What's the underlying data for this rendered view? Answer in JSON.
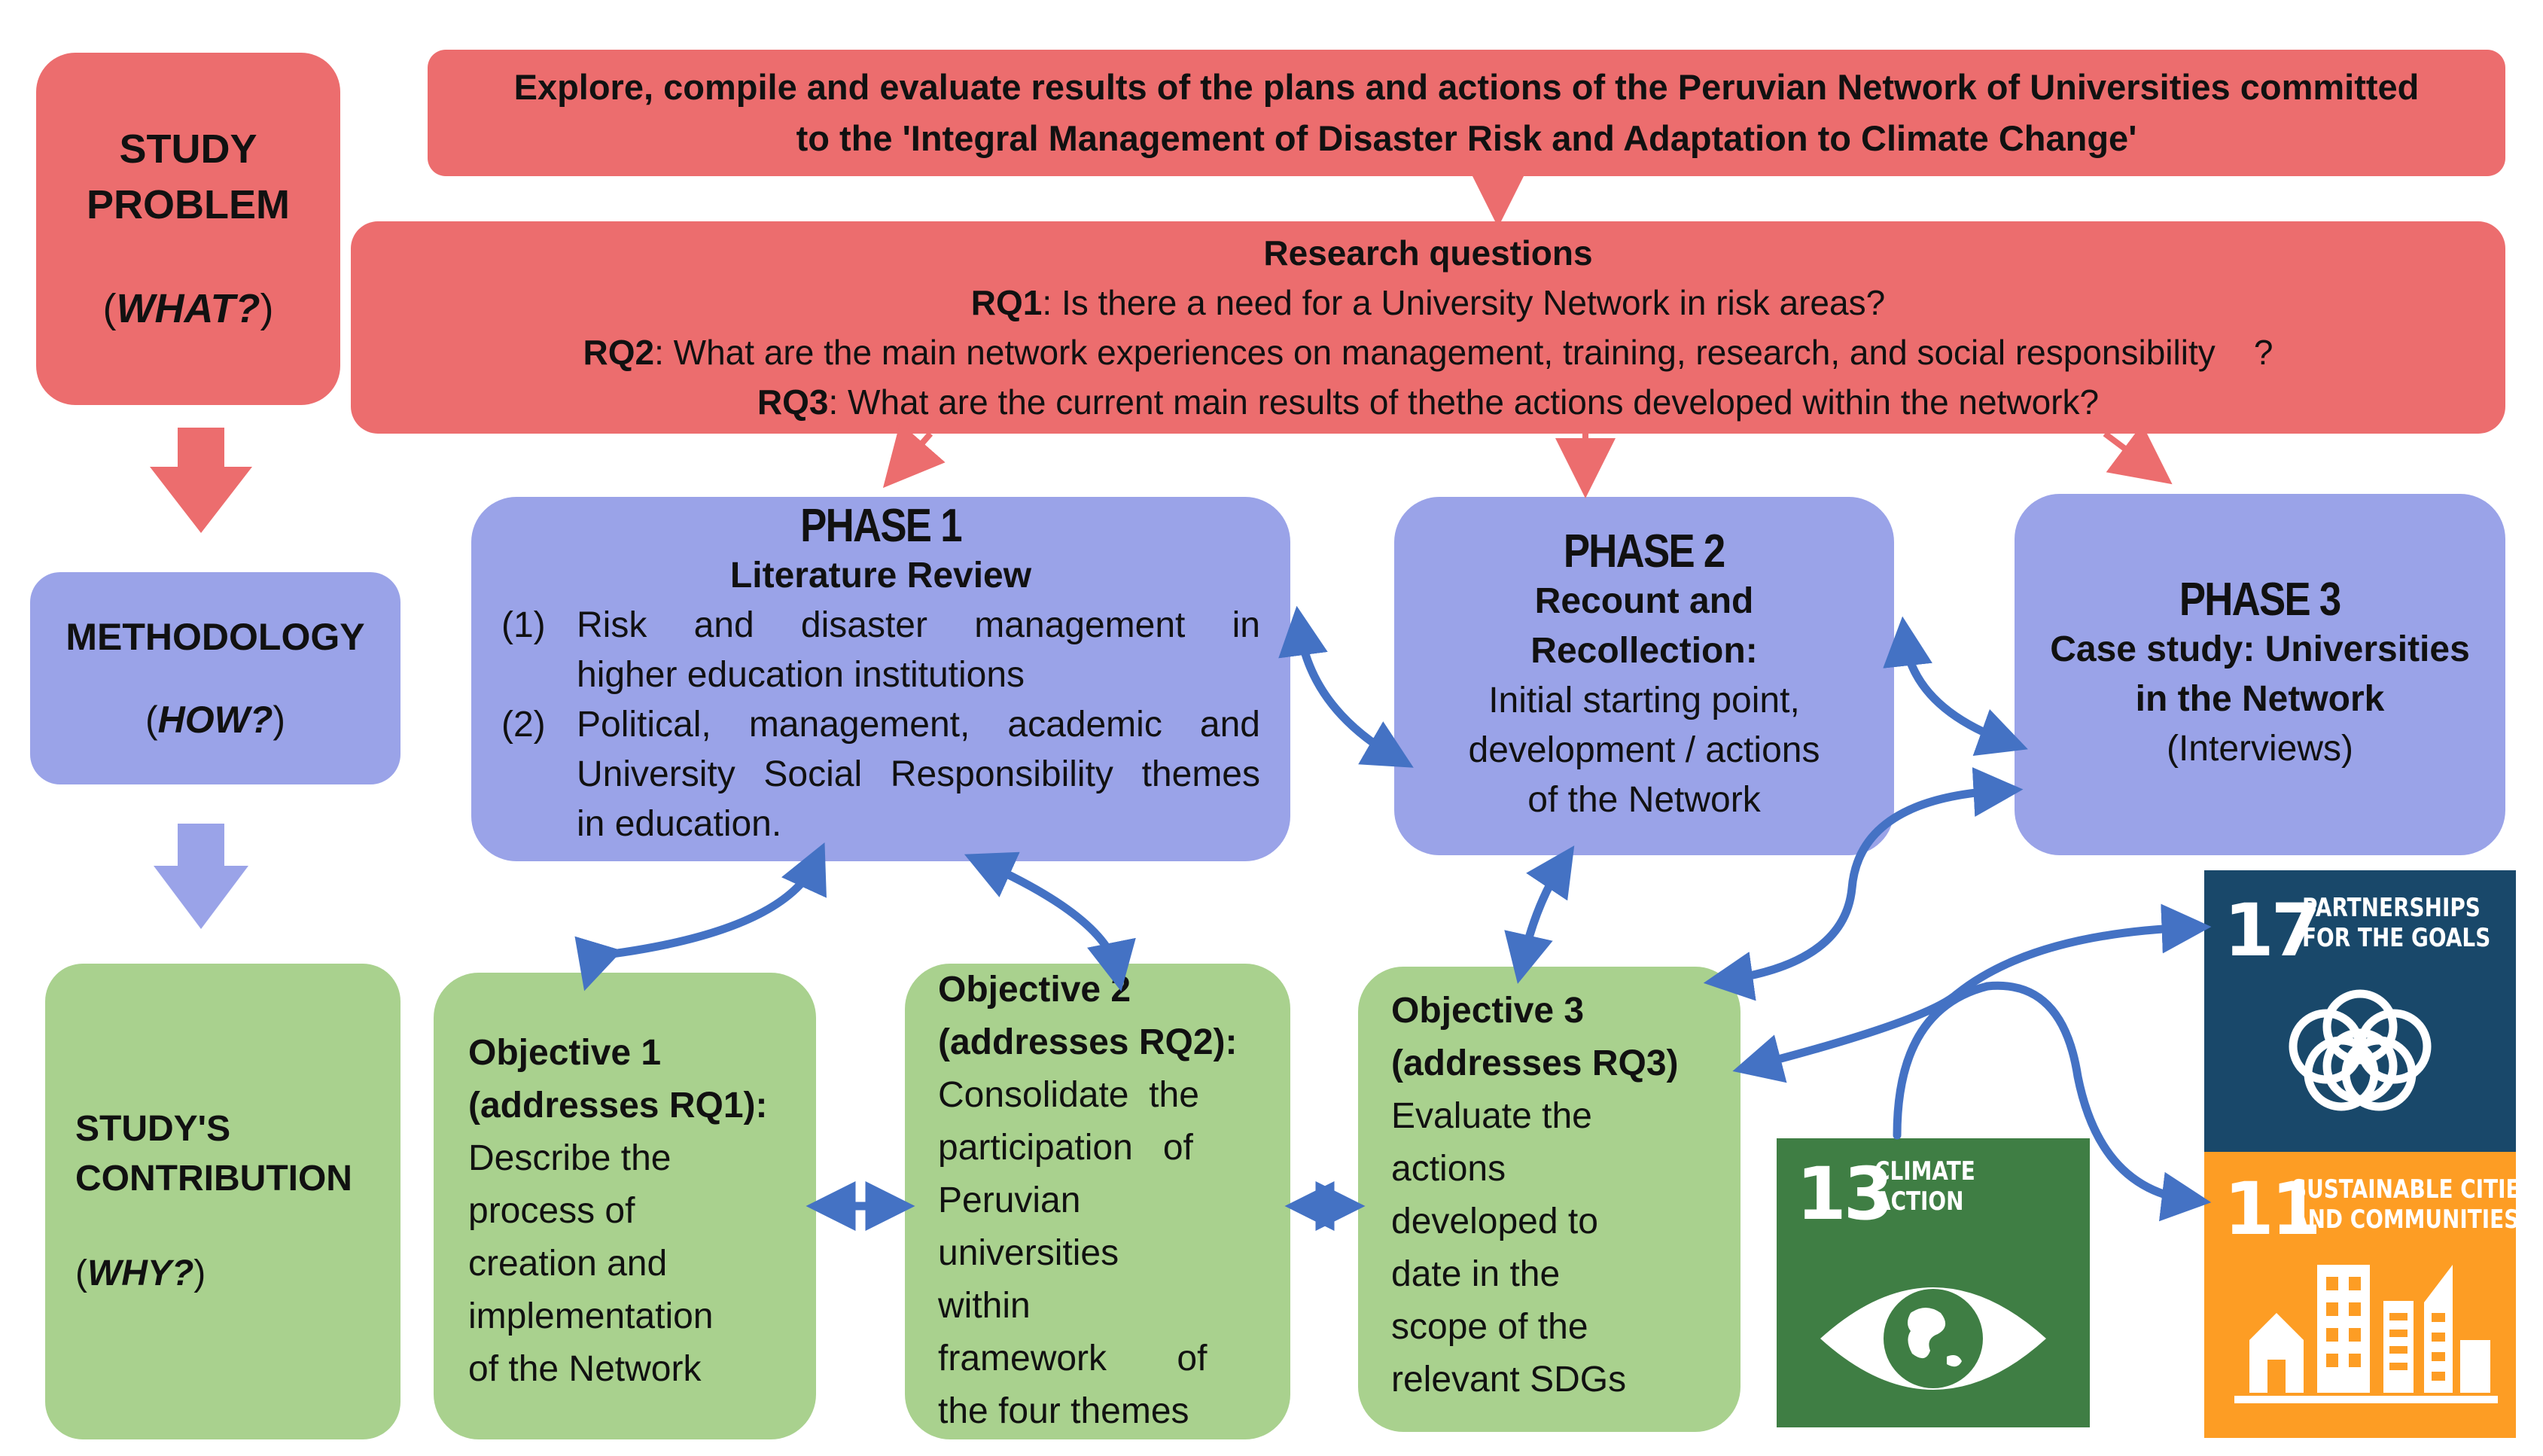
{
  "left_column": {
    "study_problem": {
      "line1": "STUDY",
      "line2": "PROBLEM",
      "question": "WHAT?"
    },
    "methodology": {
      "label": "METHODOLOGY",
      "question": "HOW?"
    },
    "contribution": {
      "line1": "STUDY'S",
      "line2": "CONTRIBUTION",
      "question": "WHY?"
    }
  },
  "aim": {
    "line1": "Explore, compile and evaluate results of the plans and actions of the Peruvian Network of Universities committed",
    "line2": "to the 'Integral Management of Disaster Risk and Adaptation to Climate Change'"
  },
  "research_questions": {
    "title": "Research questions",
    "items": [
      {
        "label": "RQ1",
        "text": ": Is there a need for a University Network in risk  areas?"
      },
      {
        "label": "RQ2",
        "text": ": What are the main network experiences on management, training, research, and social responsibility    ?"
      },
      {
        "label": "RQ3",
        "text": ": What are the current main results of thethe actions developed within the network?"
      }
    ]
  },
  "phases": [
    {
      "title": "PHASE 1",
      "subtitle": "Literature Review",
      "items": [
        {
          "num": "(1)",
          "lines": [
            "Risk and disaster management in",
            "higher education institutions"
          ]
        },
        {
          "num": "(2)",
          "lines": [
            "Political, management, academic and",
            "University Social Responsibility themes",
            "in education."
          ]
        }
      ]
    },
    {
      "title": "PHASE 2",
      "subtitle_lines": [
        "Recount and",
        "Recollection:"
      ],
      "body_lines": [
        "Initial starting point,",
        "development / actions",
        "of the Network"
      ]
    },
    {
      "title": "PHASE 3",
      "subtitle_lines": [
        "Case study: Universities",
        "in the Network"
      ],
      "body_lines": [
        "(Interviews)"
      ]
    }
  ],
  "objectives": [
    {
      "title": "Objective 1",
      "sub": "(addresses RQ1):",
      "lines": [
        "Describe the",
        "process of",
        "creation and",
        "implementation",
        "of the Network"
      ]
    },
    {
      "title": "Objective 2",
      "sub": "(addresses RQ2):",
      "lines": [
        "Consolidate  the",
        "participation   of",
        "Peruvian",
        "universities",
        "within",
        "framework       of",
        "the four themes"
      ]
    },
    {
      "title": "Objective 3",
      "sub": "(addresses RQ3)",
      "lines": [
        "Evaluate the",
        "actions",
        "developed to",
        "date in the",
        "scope of the",
        "relevant SDGs"
      ]
    }
  ],
  "sdgs": [
    {
      "number": "17",
      "label_lines": [
        "PARTNERSHIPS",
        "FOR THE GOALS"
      ],
      "color": "#19486a",
      "icon": "interlocking-rings-icon"
    },
    {
      "number": "13",
      "label_lines": [
        "CLIMATE",
        "ACTION"
      ],
      "color": "#3f7e44",
      "icon": "eye-globe-icon"
    },
    {
      "number": "11",
      "label_lines": [
        "SUSTAINABLE CITIES",
        "AND COMMUNITIES"
      ],
      "color": "#fd9d24",
      "icon": "city-buildings-icon"
    }
  ],
  "colors": {
    "problem_red": "#ec6d6e",
    "method_purple": "#9aa3e8",
    "contribution_green": "#a9d18e",
    "connector_blue": "#4472c4"
  }
}
